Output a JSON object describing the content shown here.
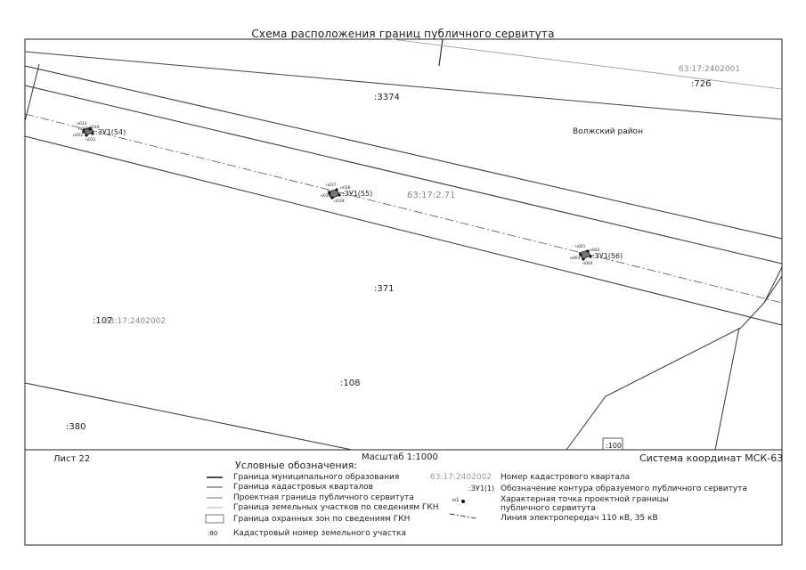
{
  "title": "Схема расположения границ публичного сервитута",
  "sheet": "Лист 22",
  "scale": "Масштаб 1:1000",
  "coord_system": "Система координат МСК-63",
  "map": {
    "quarter_labels": [
      "63:17:2402001",
      "63:17:2402002",
      "63:17:2.71"
    ],
    "parcel_labels": [
      ":3374",
      ":726",
      ":371",
      ":107",
      ":108",
      ":380",
      ":100"
    ],
    "district": "Волжский район",
    "servitude_labels": [
      ":ЗУ1(54)",
      ":ЗУ1(55)",
      ":ЗУ1(56)"
    ],
    "point_labels_1": [
      "н033",
      "н034",
      "н035",
      "н032",
      "н031"
    ],
    "point_labels_2": [
      "н037",
      "н038",
      "н036",
      "н039"
    ],
    "point_labels_3": [
      "н001",
      "н002",
      "н003",
      "н004"
    ]
  },
  "legend": {
    "heading": "Условные обозначения:",
    "left_items": [
      "Граница муниципального образования",
      "Граница кадастровых кварталов",
      "Проектная граница публичного сервитута",
      "Граница земельных участков по сведениям ГКН",
      "Граница охранных зон по сведениям ГКН",
      "Кадастровый номер земельного участка"
    ],
    "parcel_symbol": ":80",
    "quarter_symbol": "63:17:2402002",
    "right_items": [
      "Номер кадастрового квартала",
      "Обозначение контура образуемого публичного сервитута",
      "Характерная точка проектной границы",
      "публичного сервитута",
      "Линия электропередач 110 кВ, 35 кВ"
    ],
    "contour_symbol": ":ЗУ1(1)",
    "point_symbol": "н1"
  }
}
